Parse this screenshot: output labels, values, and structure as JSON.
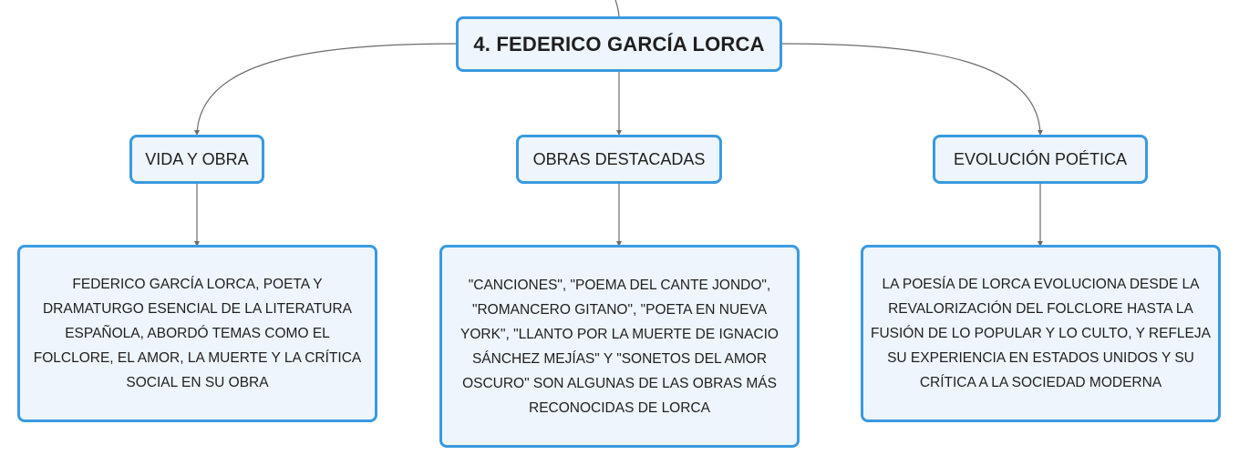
{
  "root": {
    "title": "4. FEDERICO GARCÍA LORCA"
  },
  "branches": [
    {
      "title": "VIDA Y OBRA",
      "description": "FEDERICO GARCÍA LORCA, POETA Y DRAMATURGO ESENCIAL DE LA LITERATURA ESPAÑOLA, ABORDÓ TEMAS COMO EL FOLCLORE, EL AMOR, LA MUERTE Y LA CRÍTICA SOCIAL EN SU OBRA"
    },
    {
      "title": "OBRAS DESTACADAS",
      "description": "\"CANCIONES\", \"POEMA DEL CANTE JONDO\", \"ROMANCERO GITANO\", \"POETA EN NUEVA YORK\", \"LLANTO POR LA MUERTE DE IGNACIO SÁNCHEZ MEJÍAS\" Y \"SONETOS DEL AMOR OSCURO\" SON ALGUNAS DE LAS OBRAS MÁS RECONOCIDAS DE LORCA"
    },
    {
      "title": "EVOLUCIÓN POÉTICA",
      "description": "LA POESÍA DE LORCA EVOLUCIONA DESDE LA REVALORIZACIÓN DEL FOLCLORE HASTA LA FUSIÓN DE LO POPULAR Y LO CULTO, Y REFLEJA SU EXPERIENCIA EN ESTADOS UNIDOS Y SU CRÍTICA A LA SOCIEDAD MODERNA"
    }
  ],
  "colors": {
    "node_border": "#3a9ae0",
    "node_fill": "#eef5fc",
    "connector": "#6b6b6b",
    "text": "#1f1f1f"
  }
}
